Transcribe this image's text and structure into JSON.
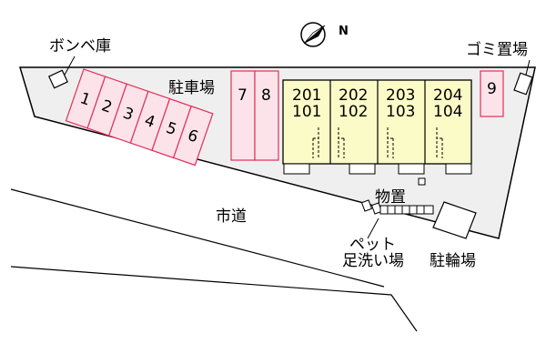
{
  "labels": {
    "cylinder_storage": "ボンベ庫",
    "garbage": "ゴミ置場",
    "parking": "駐車場",
    "city_road": "市道",
    "storage": "物置",
    "pet_wash_1": "ペット",
    "pet_wash_2": "足洗い場",
    "bike_parking": "駐輪場",
    "north_mark": "N"
  },
  "parking_slots": [
    "1",
    "2",
    "3",
    "4",
    "5",
    "6",
    "7",
    "8",
    "9"
  ],
  "units": [
    {
      "upper": "201",
      "lower": "101"
    },
    {
      "upper": "202",
      "lower": "102"
    },
    {
      "upper": "203",
      "lower": "103"
    },
    {
      "upper": "204",
      "lower": "104"
    }
  ],
  "colors": {
    "lot": "#efefef",
    "building": "#fbfbc8",
    "parking_fill": "#fce3ea",
    "parking_stroke": "#e0305a",
    "outline": "#000000"
  }
}
